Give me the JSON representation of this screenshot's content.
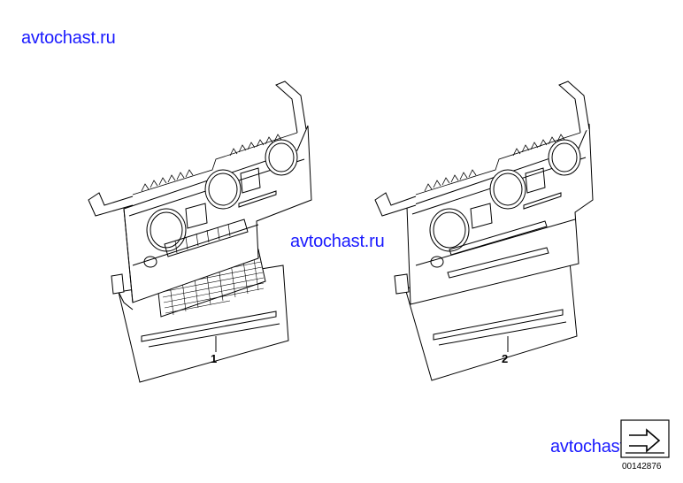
{
  "watermarks": {
    "top": "avtochast.ru",
    "middle": "avtochast.ru",
    "bottom": "avtochast.ru"
  },
  "callouts": {
    "part1": "1",
    "part2": "2"
  },
  "catalog_number": "00142876",
  "colors": {
    "watermark": "#1a1aff",
    "line": "#000000"
  }
}
